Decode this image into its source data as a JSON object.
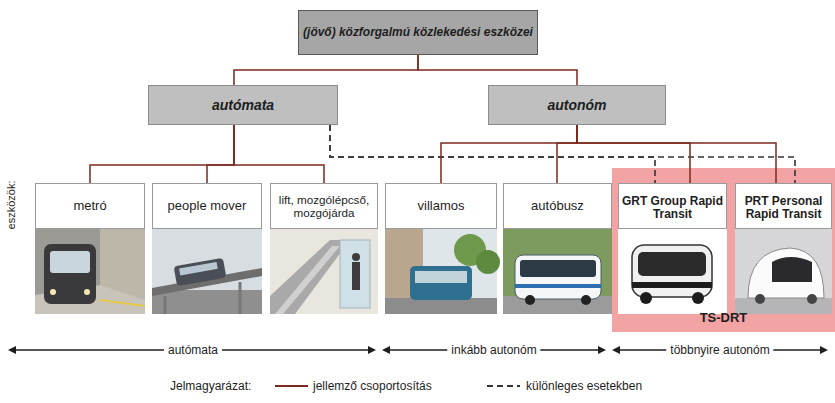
{
  "diagram": {
    "nodes": [
      {
        "text": [
          "(jövő) közforgalmú közlekedési eszközei"
        ]
      },
      {
        "text": [
          "autómata"
        ]
      },
      {
        "text": [
          "autonóm"
        ]
      },
      {
        "text": [
          "metró"
        ]
      },
      {
        "text": [
          "people mover"
        ]
      },
      {
        "text": [
          "lift, mozgólépcső, mozgójárda"
        ]
      },
      {
        "text": [
          "villamos"
        ]
      },
      {
        "text": [
          "autóbusz"
        ]
      },
      {
        "text": [
          "TS-DRT"
        ]
      },
      {
        "text": [
          "GRT Group Rapid Transit"
        ],
        "in": 8
      },
      {
        "text": [
          "PRT Personal Rapid Transit"
        ],
        "in": 8
      }
    ],
    "edges": [
      {
        "from": 0,
        "to": 1,
        "arrow": "none"
      },
      {
        "from": 0,
        "to": 2,
        "arrow": "none"
      },
      {
        "from": 1,
        "to": 3,
        "arrow": "none"
      },
      {
        "from": 1,
        "to": 4,
        "arrow": "none"
      },
      {
        "from": 1,
        "to": 5,
        "arrow": "none"
      },
      {
        "from": 1,
        "to": 9,
        "arrow": "none"
      },
      {
        "from": 1,
        "to": 10,
        "arrow": "none"
      },
      {
        "from": 2,
        "to": 6,
        "arrow": "none"
      },
      {
        "from": 2,
        "to": 7,
        "arrow": "none"
      },
      {
        "from": 2,
        "to": 9,
        "arrow": "none"
      },
      {
        "from": 2,
        "to": 10,
        "arrow": "none"
      }
    ],
    "labels": [
      "eszközök:",
      "autómata",
      "inkább autonóm",
      "többnyire autonóm",
      "Jelmagyarázat:"
    ],
    "legend": [
      {
        "text": "jellemző csoportosítás"
      },
      {
        "text": "különleges esetekben"
      }
    ]
  }
}
